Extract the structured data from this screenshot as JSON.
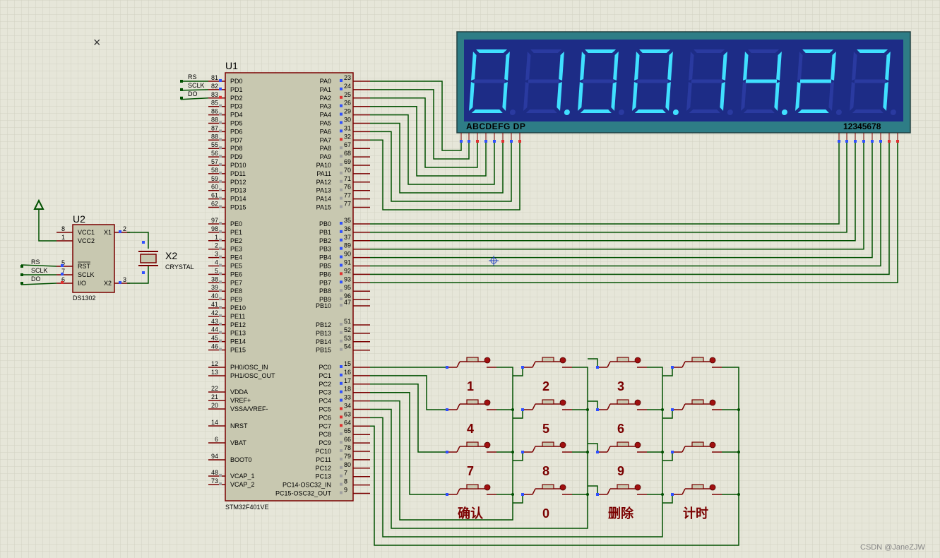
{
  "cursor_glyph": "×",
  "colors": {
    "background": "#e6e6d9",
    "grid": "#d3d3c3",
    "body": "#c8c8b0",
    "border": "#7a0000",
    "pin": "#7a0000",
    "wire": "#005000",
    "pin_blue": "#3050ff",
    "pin_red": "#e03030",
    "pin_gray": "#a0a0a0",
    "lcd_bg": "#1d2c86",
    "lcd_frame": "#2e7d86",
    "seg_on": "#40e0ff",
    "seg_off": "#2a3aa0",
    "button_red": "#a01010"
  },
  "u1": {
    "ref": "U1",
    "part": "STM32F401VE",
    "left_pins": [
      {
        "num": "81",
        "name": "PD0",
        "net": "RS",
        "pinc": "blue"
      },
      {
        "num": "82",
        "name": "PD1",
        "net": "SCLK",
        "pinc": "blue"
      },
      {
        "num": "83",
        "name": "PD2",
        "net": "DO",
        "pinc": "red"
      },
      {
        "num": "85",
        "name": "PD3",
        "pinc": "gray"
      },
      {
        "num": "86",
        "name": "PD4",
        "pinc": "gray"
      },
      {
        "num": "88",
        "name": "PD5",
        "pinc": "gray"
      },
      {
        "num": "87",
        "name": "PD6",
        "pinc": "gray"
      },
      {
        "num": "88",
        "name": "PD7",
        "pinc": "gray"
      },
      {
        "num": "55",
        "name": "PD8",
        "pinc": "gray"
      },
      {
        "num": "56",
        "name": "PD9",
        "pinc": "gray"
      },
      {
        "num": "57",
        "name": "PD10",
        "pinc": "gray"
      },
      {
        "num": "58",
        "name": "PD11",
        "pinc": "gray"
      },
      {
        "num": "59",
        "name": "PD12",
        "pinc": "gray"
      },
      {
        "num": "60",
        "name": "PD13",
        "pinc": "gray"
      },
      {
        "num": "61",
        "name": "PD14",
        "pinc": "gray"
      },
      {
        "num": "62",
        "name": "PD15",
        "pinc": "gray"
      },
      {
        "num": "97",
        "name": "PE0",
        "pinc": "gray"
      },
      {
        "num": "98",
        "name": "PE1",
        "pinc": "gray"
      },
      {
        "num": "1",
        "name": "PE2",
        "pinc": "gray"
      },
      {
        "num": "2",
        "name": "PE3",
        "pinc": "gray"
      },
      {
        "num": "3",
        "name": "PE4",
        "pinc": "gray"
      },
      {
        "num": "4",
        "name": "PE5",
        "pinc": "gray"
      },
      {
        "num": "5",
        "name": "PE6",
        "pinc": "gray"
      },
      {
        "num": "38",
        "name": "PE7",
        "pinc": "gray"
      },
      {
        "num": "39",
        "name": "PE8",
        "pinc": "gray"
      },
      {
        "num": "40",
        "name": "PE9",
        "pinc": "gray"
      },
      {
        "num": "41",
        "name": "PE10",
        "pinc": "gray"
      },
      {
        "num": "42",
        "name": "PE11",
        "pinc": "gray"
      },
      {
        "num": "43",
        "name": "PE12",
        "pinc": "gray"
      },
      {
        "num": "44",
        "name": "PE13",
        "pinc": "gray"
      },
      {
        "num": "45",
        "name": "PE14",
        "pinc": "gray"
      },
      {
        "num": "46",
        "name": "PE15",
        "pinc": "gray"
      },
      {
        "num": "12",
        "name": "PH0/OSC_IN",
        "pinc": "none"
      },
      {
        "num": "13",
        "name": "PH1/OSC_OUT",
        "pinc": "none"
      },
      {
        "num": "22",
        "name": "VDDA",
        "pinc": "none"
      },
      {
        "num": "21",
        "name": "VREF+",
        "pinc": "none"
      },
      {
        "num": "20",
        "name": "VSSA/VREF-",
        "pinc": "none"
      },
      {
        "num": "14",
        "name": "NRST",
        "pinc": "none"
      },
      {
        "num": "6",
        "name": "VBAT",
        "pinc": "none"
      },
      {
        "num": "94",
        "name": "BOOT0",
        "pinc": "none"
      },
      {
        "num": "48",
        "name": "VCAP_1",
        "pinc": "gray"
      },
      {
        "num": "73",
        "name": "VCAP_2",
        "pinc": "gray"
      }
    ],
    "right_pins": [
      {
        "num": "23",
        "name": "PA0",
        "pinc": "blue"
      },
      {
        "num": "24",
        "name": "PA1",
        "pinc": "blue"
      },
      {
        "num": "25",
        "name": "PA2",
        "pinc": "red"
      },
      {
        "num": "26",
        "name": "PA3",
        "pinc": "blue"
      },
      {
        "num": "29",
        "name": "PA4",
        "pinc": "blue"
      },
      {
        "num": "30",
        "name": "PA5",
        "pinc": "blue"
      },
      {
        "num": "31",
        "name": "PA6",
        "pinc": "blue"
      },
      {
        "num": "32",
        "name": "PA7",
        "pinc": "red"
      },
      {
        "num": "67",
        "name": "PA8",
        "pinc": "gray"
      },
      {
        "num": "68",
        "name": "PA9",
        "pinc": "gray"
      },
      {
        "num": "69",
        "name": "PA10",
        "pinc": "gray"
      },
      {
        "num": "70",
        "name": "PA11",
        "pinc": "gray"
      },
      {
        "num": "71",
        "name": "PA12",
        "pinc": "gray"
      },
      {
        "num": "76",
        "name": "PA13",
        "pinc": "gray"
      },
      {
        "num": "77",
        "name": "PA14",
        "pinc": "gray"
      },
      {
        "num": "77",
        "name": "PA15",
        "pinc": "gray"
      },
      {
        "num": "35",
        "name": "PB0",
        "pinc": "blue"
      },
      {
        "num": "36",
        "name": "PB1",
        "pinc": "blue"
      },
      {
        "num": "37",
        "name": "PB2",
        "pinc": "blue"
      },
      {
        "num": "89",
        "name": "PB3",
        "pinc": "blue"
      },
      {
        "num": "90",
        "name": "PB4",
        "pinc": "blue"
      },
      {
        "num": "91",
        "name": "PB5",
        "pinc": "blue"
      },
      {
        "num": "92",
        "name": "PB6",
        "pinc": "red"
      },
      {
        "num": "93",
        "name": "PB7",
        "pinc": "blue"
      },
      {
        "num": "95",
        "name": "PB8",
        "pinc": "gray"
      },
      {
        "num": "96",
        "name": "PB9",
        "pinc": "gray"
      },
      {
        "num": "47",
        "name": "PB10",
        "pinc": "gray"
      },
      {
        "num": "51",
        "name": "PB12",
        "pinc": "gray"
      },
      {
        "num": "52",
        "name": "PB13",
        "pinc": "gray"
      },
      {
        "num": "53",
        "name": "PB14",
        "pinc": "gray"
      },
      {
        "num": "54",
        "name": "PB15",
        "pinc": "gray"
      },
      {
        "num": "15",
        "name": "PC0",
        "pinc": "blue"
      },
      {
        "num": "16",
        "name": "PC1",
        "pinc": "blue"
      },
      {
        "num": "17",
        "name": "PC2",
        "pinc": "blue"
      },
      {
        "num": "18",
        "name": "PC3",
        "pinc": "blue"
      },
      {
        "num": "33",
        "name": "PC4",
        "pinc": "blue"
      },
      {
        "num": "34",
        "name": "PC5",
        "pinc": "red"
      },
      {
        "num": "63",
        "name": "PC6",
        "pinc": "red"
      },
      {
        "num": "64",
        "name": "PC7",
        "pinc": "red"
      },
      {
        "num": "65",
        "name": "PC8",
        "pinc": "gray"
      },
      {
        "num": "66",
        "name": "PC9",
        "pinc": "gray"
      },
      {
        "num": "78",
        "name": "PC10",
        "pinc": "gray"
      },
      {
        "num": "79",
        "name": "PC11",
        "pinc": "gray"
      },
      {
        "num": "80",
        "name": "PC12",
        "pinc": "gray"
      },
      {
        "num": "7",
        "name": "PC13",
        "pinc": "gray"
      },
      {
        "num": "8",
        "name": "PC14-OSC32_IN",
        "pinc": "gray"
      },
      {
        "num": "9",
        "name": "PC15-OSC32_OUT",
        "pinc": "gray"
      }
    ]
  },
  "u2": {
    "ref": "U2",
    "part": "DS1302",
    "left_pins": [
      {
        "num": "8",
        "name": "VCC1"
      },
      {
        "num": "1",
        "name": "VCC2"
      },
      {
        "num": "5",
        "name": "RST",
        "net": "RS",
        "pinc": "blue"
      },
      {
        "num": "7",
        "name": "SCLK",
        "net": "SCLK",
        "pinc": "blue"
      },
      {
        "num": "6",
        "name": "I/O",
        "net": "DO",
        "pinc": "red"
      }
    ],
    "right_pins": [
      {
        "num": "2",
        "name": "X1",
        "pinc": "blue"
      },
      {
        "num": "3",
        "name": "X2",
        "pinc": "blue"
      }
    ]
  },
  "x2": {
    "ref": "X2",
    "part": "CRYSTAL"
  },
  "display": {
    "digits": [
      "0",
      "1",
      "0",
      "0",
      "1",
      "4",
      "2",
      "7"
    ],
    "dots": [
      false,
      true,
      false,
      true,
      false,
      true,
      false,
      false
    ],
    "seg_label": "ABCDEFG DP",
    "digit_label": "12345678"
  },
  "keypad": {
    "labels": [
      "1",
      "2",
      "3",
      "",
      "4",
      "5",
      "6",
      "",
      "7",
      "8",
      "9",
      "",
      "确认",
      "0",
      "删除",
      "计时"
    ]
  },
  "watermark": "CSDN @JaneZJW"
}
